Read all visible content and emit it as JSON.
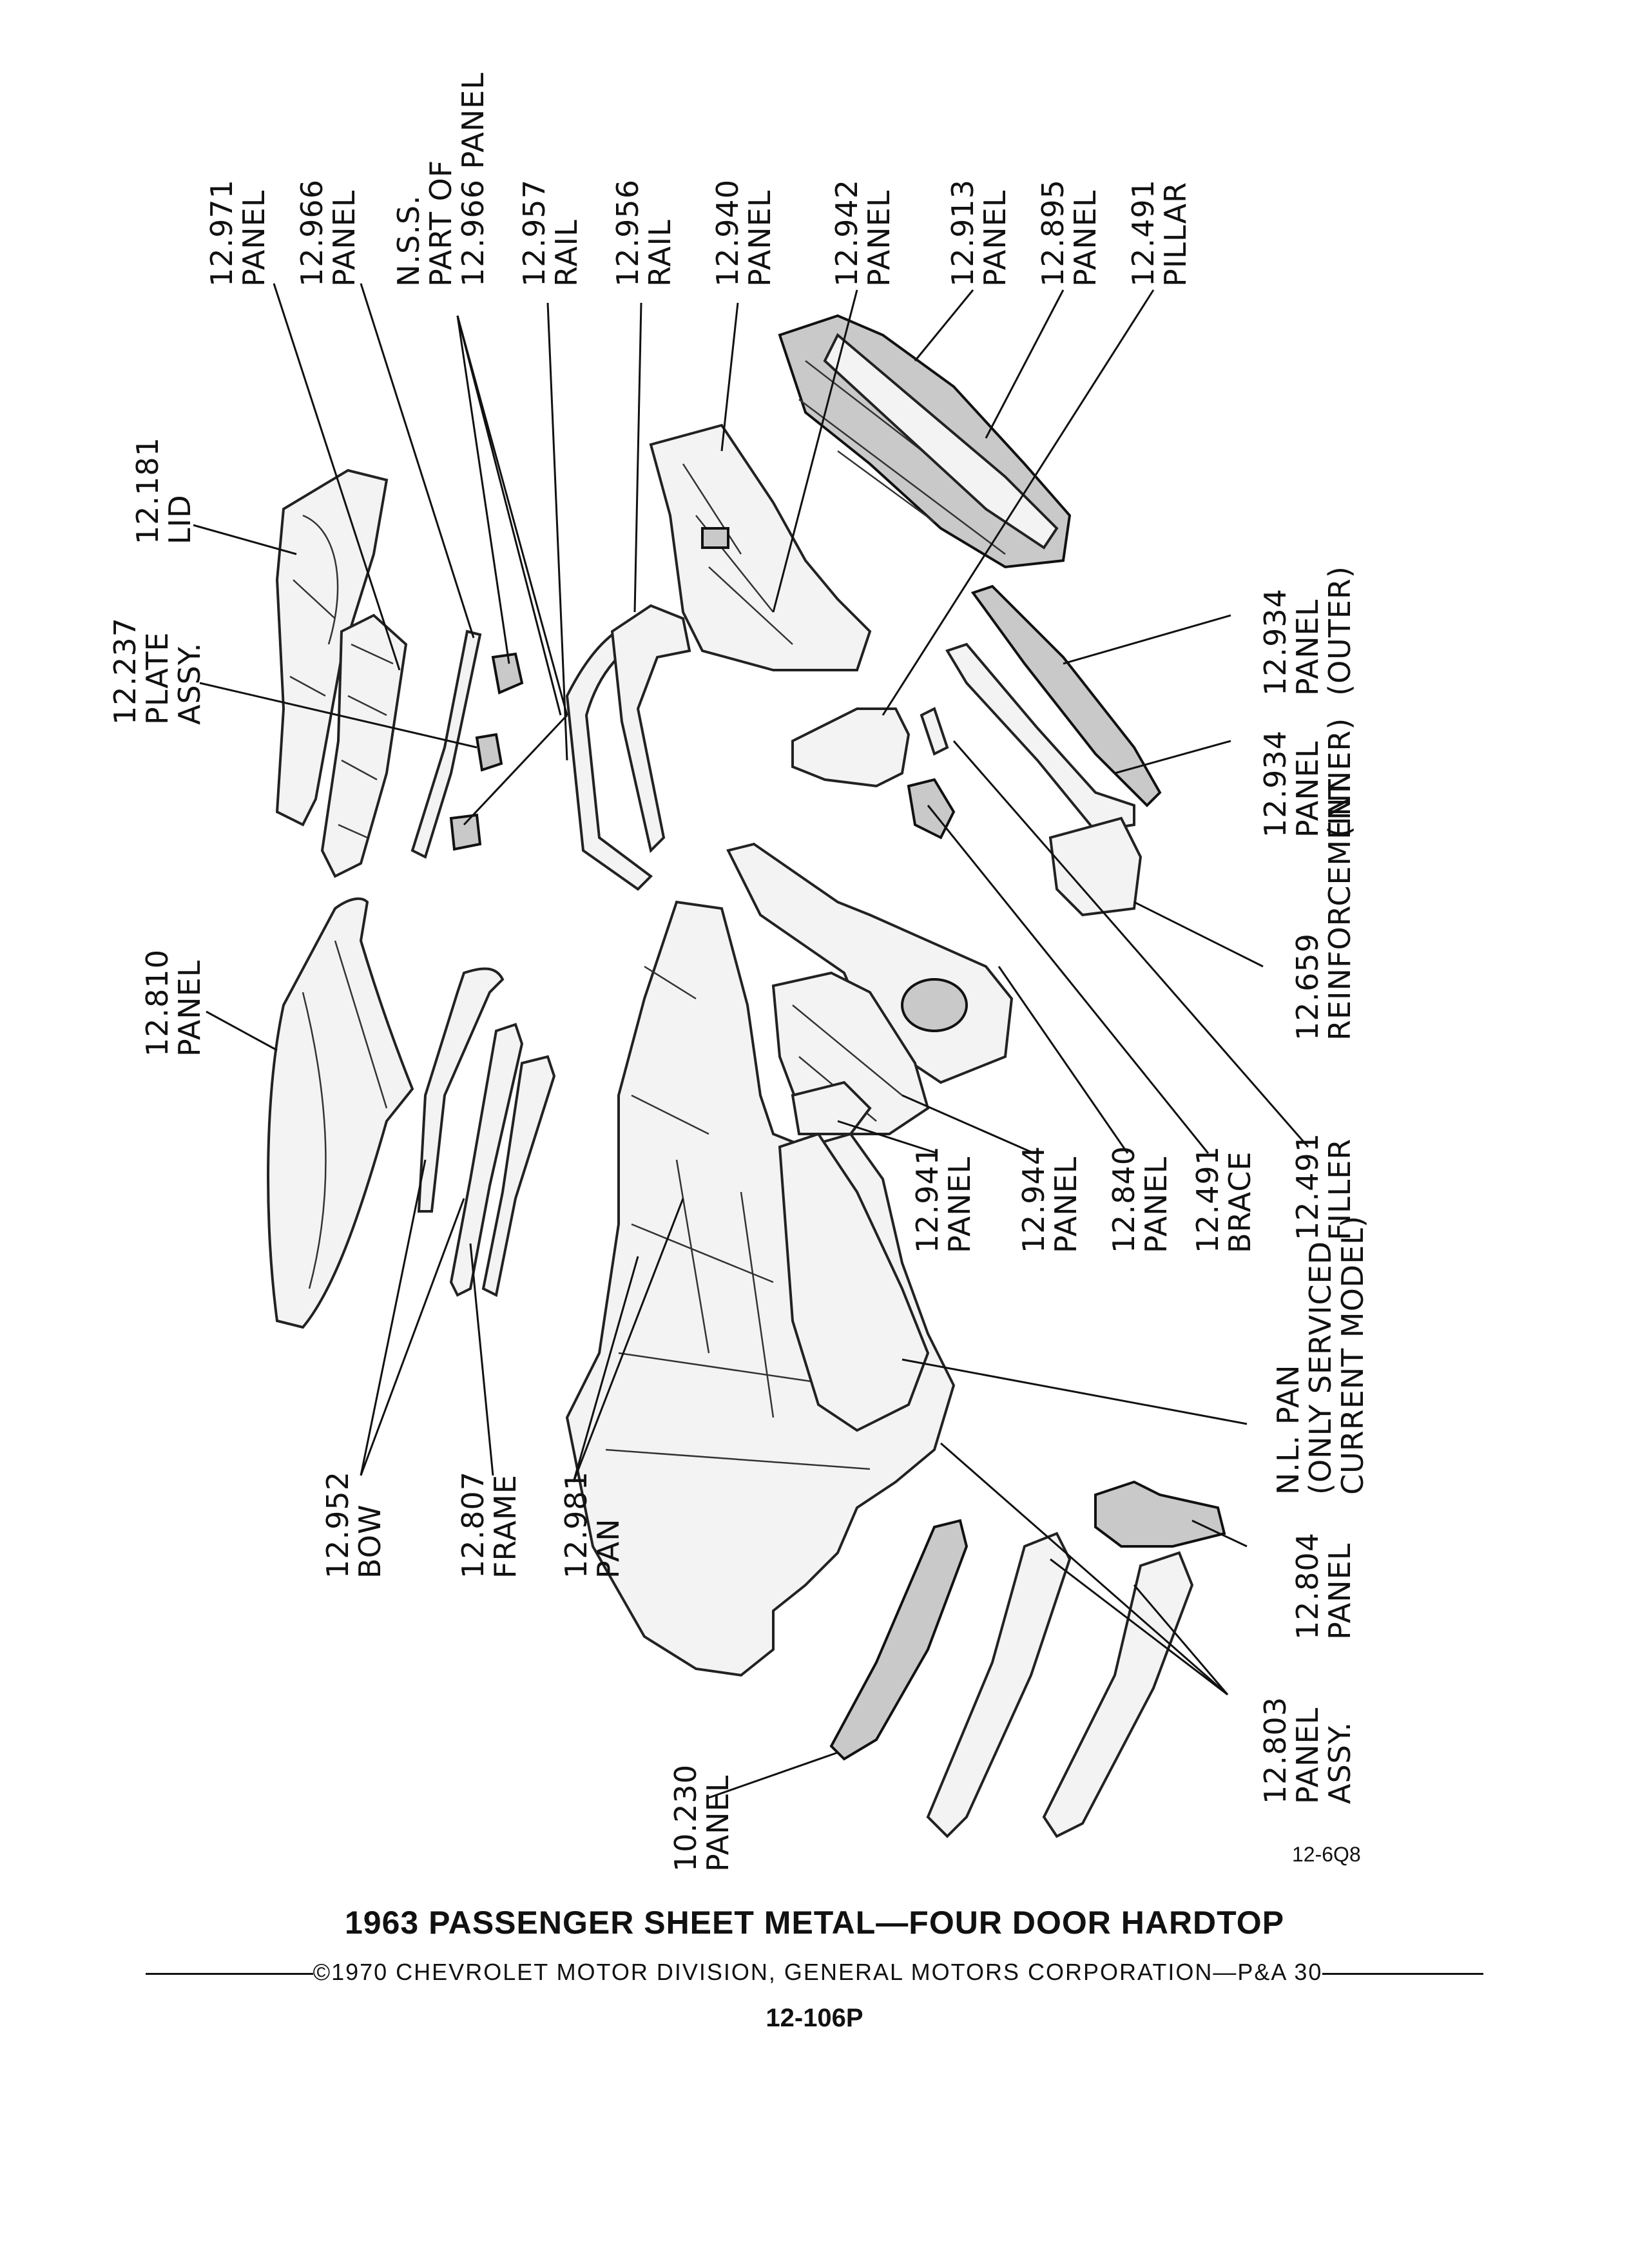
{
  "diagram": {
    "figure_code": "12-6Q8",
    "title": "1963 PASSENGER SHEET METAL—FOUR DOOR HARDTOP",
    "copyright": "©1970 CHEVROLET MOTOR DIVISION, GENERAL MOTORS CORPORATION—P&A 30",
    "page_number": "12-106P",
    "callouts": [
      {
        "id": "c12971",
        "lines": [
          "12.971",
          "PANEL"
        ]
      },
      {
        "id": "c12966",
        "lines": [
          "12.966",
          "PANEL"
        ]
      },
      {
        "id": "cnss",
        "lines": [
          "N.S.S.",
          "PART OF",
          "12.966 PANEL"
        ]
      },
      {
        "id": "c12957",
        "lines": [
          "12.957",
          "RAIL"
        ]
      },
      {
        "id": "c12956",
        "lines": [
          "12.956",
          "RAIL"
        ]
      },
      {
        "id": "c12940",
        "lines": [
          "12.940",
          "PANEL"
        ]
      },
      {
        "id": "c12942",
        "lines": [
          "12.942",
          "PANEL"
        ]
      },
      {
        "id": "c12913",
        "lines": [
          "12.913",
          "PANEL"
        ]
      },
      {
        "id": "c12895",
        "lines": [
          "12.895",
          "PANEL"
        ]
      },
      {
        "id": "c12491p",
        "lines": [
          "12.491",
          "PILLAR"
        ]
      },
      {
        "id": "c12181",
        "lines": [
          "12.181",
          "LID"
        ]
      },
      {
        "id": "c12237",
        "lines": [
          "12.237",
          "PLATE",
          "ASSY."
        ]
      },
      {
        "id": "c12810",
        "lines": [
          "12.810",
          "PANEL"
        ]
      },
      {
        "id": "c12934o",
        "lines": [
          "12.934",
          "PANEL",
          "(OUTER)"
        ]
      },
      {
        "id": "c12934i",
        "lines": [
          "12.934",
          "PANEL",
          "(INNER)"
        ]
      },
      {
        "id": "c12659",
        "lines": [
          "12.659",
          "REINFORCEMENT"
        ]
      },
      {
        "id": "c12491f",
        "lines": [
          "12.491",
          "FILLER"
        ]
      },
      {
        "id": "c12491b",
        "lines": [
          "12.491",
          "BRACE"
        ]
      },
      {
        "id": "c12840",
        "lines": [
          "12.840",
          "PANEL"
        ]
      },
      {
        "id": "c12944",
        "lines": [
          "12.944",
          "PANEL"
        ]
      },
      {
        "id": "c12941",
        "lines": [
          "12.941",
          "PANEL"
        ]
      },
      {
        "id": "cnl",
        "lines": [
          "N.L. PAN",
          "(ONLY SERVICED",
          "CURRENT MODEL)"
        ]
      },
      {
        "id": "c12804",
        "lines": [
          "12.804",
          "PANEL"
        ]
      },
      {
        "id": "c12803",
        "lines": [
          "12.803",
          "PANEL",
          "ASSY."
        ]
      },
      {
        "id": "c12952",
        "lines": [
          "12.952",
          "BOW"
        ]
      },
      {
        "id": "c12807",
        "lines": [
          "12.807",
          "FRAME"
        ]
      },
      {
        "id": "c12981",
        "lines": [
          "12.981",
          "PAN"
        ]
      },
      {
        "id": "c10230",
        "lines": [
          "10.230",
          "PANEL"
        ]
      }
    ]
  }
}
